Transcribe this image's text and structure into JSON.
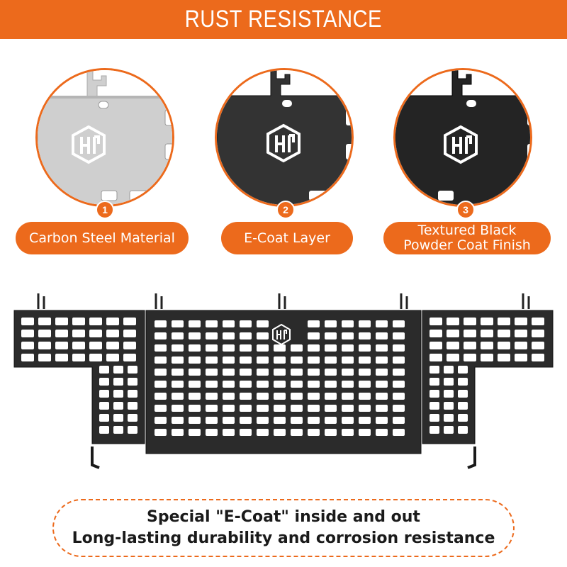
{
  "banner": {
    "title": "RUST RESISTANCE"
  },
  "steps": [
    {
      "number": "1",
      "label": "Carbon Steel Material"
    },
    {
      "number": "2",
      "label": "E-Coat Layer"
    },
    {
      "number": "3",
      "label_line1": "Textured Black",
      "label_line2": "Powder Coat Finish"
    }
  ],
  "bottom": {
    "line1": "Special \"E-Coat\" inside and out",
    "line2": "Long-lasting durability and corrosion resistance"
  },
  "colors": {
    "accent": "#ec6a1c",
    "panel_silver": "#c9c9c9",
    "panel_black": "#2b2b2b",
    "panel_textured": "#1f1f1f"
  }
}
